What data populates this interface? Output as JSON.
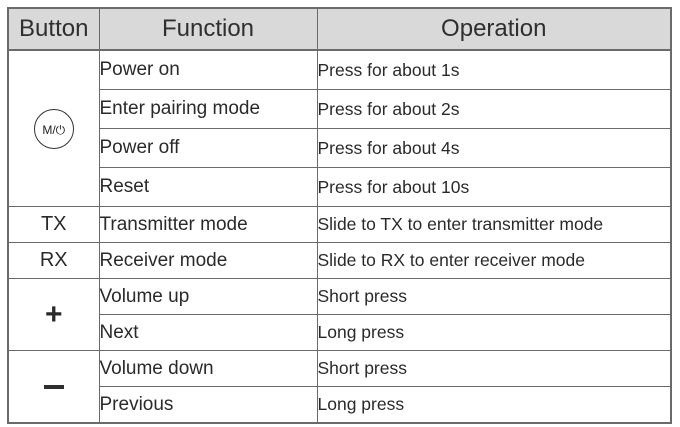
{
  "header": {
    "button": "Button",
    "function": "Function",
    "operation": "Operation"
  },
  "groups": {
    "mode": {
      "icon_label": "M/⏻",
      "rows": [
        {
          "function": "Power on",
          "operation": "Press for about 1s"
        },
        {
          "function": "Enter pairing mode",
          "operation": "Press for about 2s"
        },
        {
          "function": "Power off",
          "operation": "Press for about 4s"
        },
        {
          "function": "Reset",
          "operation": "Press for about 10s"
        }
      ]
    },
    "tx": {
      "button": "TX",
      "function": "Transmitter mode",
      "operation": "Slide to TX to enter transmitter mode"
    },
    "rx": {
      "button": "RX",
      "function": "Receiver mode",
      "operation": "Slide to RX to enter receiver mode"
    },
    "plus": {
      "symbol": "+",
      "rows": [
        {
          "function": "Volume up",
          "operation": "Short press"
        },
        {
          "function": "Next",
          "operation": "Long press"
        }
      ]
    },
    "minus": {
      "icon": "minus-icon",
      "rows": [
        {
          "function": "Volume down",
          "operation": "Short press"
        },
        {
          "function": "Previous",
          "operation": "Long press"
        }
      ]
    }
  }
}
